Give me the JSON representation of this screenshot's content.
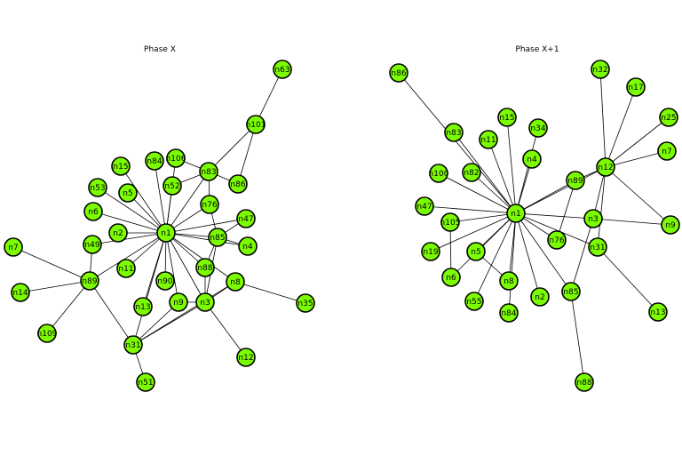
{
  "colors": {
    "node_fill": "#7CFC00",
    "node_stroke": "#000000",
    "edge": "#000000"
  },
  "panels": [
    {
      "title": "Phase X",
      "nodes": [
        "n63",
        "n101",
        "n15",
        "n84",
        "n106",
        "n83",
        "n86",
        "n53",
        "n5",
        "n52",
        "n76",
        "n6",
        "n47",
        "n49",
        "n2",
        "n1",
        "n85",
        "n4",
        "n7",
        "n11",
        "n88",
        "n89",
        "n90",
        "n8",
        "n14",
        "n13",
        "n9",
        "n3",
        "n35",
        "n109",
        "n31",
        "n12",
        "n51"
      ],
      "edges": [
        [
          "n1",
          "n15"
        ],
        [
          "n1",
          "n84"
        ],
        [
          "n1",
          "n106"
        ],
        [
          "n1",
          "n83"
        ],
        [
          "n1",
          "n53"
        ],
        [
          "n1",
          "n5"
        ],
        [
          "n1",
          "n52"
        ],
        [
          "n1",
          "n76"
        ],
        [
          "n1",
          "n6"
        ],
        [
          "n1",
          "n47"
        ],
        [
          "n1",
          "n49"
        ],
        [
          "n1",
          "n2"
        ],
        [
          "n1",
          "n85"
        ],
        [
          "n1",
          "n11"
        ],
        [
          "n1",
          "n88"
        ],
        [
          "n1",
          "n89"
        ],
        [
          "n1",
          "n90"
        ],
        [
          "n1",
          "n13"
        ],
        [
          "n1",
          "n9"
        ],
        [
          "n1",
          "n3"
        ],
        [
          "n1",
          "n31"
        ],
        [
          "n1",
          "n8"
        ],
        [
          "n1",
          "n4"
        ],
        [
          "n63",
          "n101"
        ],
        [
          "n101",
          "n83"
        ],
        [
          "n101",
          "n86"
        ],
        [
          "n83",
          "n86"
        ],
        [
          "n106",
          "n83"
        ],
        [
          "n52",
          "n83"
        ],
        [
          "n83",
          "n76"
        ],
        [
          "n76",
          "n85"
        ],
        [
          "n85",
          "n4"
        ],
        [
          "n85",
          "n47"
        ],
        [
          "n85",
          "n88"
        ],
        [
          "n85",
          "n3"
        ],
        [
          "n88",
          "n3"
        ],
        [
          "n3",
          "n8"
        ],
        [
          "n8",
          "n35"
        ],
        [
          "n8",
          "n31"
        ],
        [
          "n3",
          "n9"
        ],
        [
          "n3",
          "n12"
        ],
        [
          "n3",
          "n31"
        ],
        [
          "n9",
          "n31"
        ],
        [
          "n89",
          "n7"
        ],
        [
          "n89",
          "n14"
        ],
        [
          "n89",
          "n109"
        ],
        [
          "n89",
          "n31"
        ],
        [
          "n89",
          "n49"
        ],
        [
          "n31",
          "n51"
        ]
      ]
    },
    {
      "title": "Phase X+1",
      "nodes": [
        "n86",
        "n32",
        "n17",
        "n15",
        "n25",
        "n83",
        "n34",
        "n11",
        "n7",
        "n4",
        "n12",
        "n100",
        "n82",
        "n89",
        "n47",
        "n1",
        "n3",
        "n105",
        "n9",
        "n76",
        "n19",
        "n5",
        "n31",
        "n6",
        "n8",
        "n2",
        "n85",
        "n55",
        "n84",
        "n13",
        "n88"
      ],
      "edges": [
        [
          "n1",
          "n86"
        ],
        [
          "n1",
          "n83"
        ],
        [
          "n1",
          "n15"
        ],
        [
          "n1",
          "n11"
        ],
        [
          "n1",
          "n34"
        ],
        [
          "n1",
          "n4"
        ],
        [
          "n1",
          "n82"
        ],
        [
          "n1",
          "n100"
        ],
        [
          "n1",
          "n47"
        ],
        [
          "n1",
          "n105"
        ],
        [
          "n1",
          "n89"
        ],
        [
          "n1",
          "n12"
        ],
        [
          "n1",
          "n3"
        ],
        [
          "n1",
          "n76"
        ],
        [
          "n1",
          "n19"
        ],
        [
          "n1",
          "n5"
        ],
        [
          "n1",
          "n6"
        ],
        [
          "n1",
          "n8"
        ],
        [
          "n1",
          "n55"
        ],
        [
          "n1",
          "n84"
        ],
        [
          "n1",
          "n2"
        ],
        [
          "n1",
          "n85"
        ],
        [
          "n1",
          "n31"
        ],
        [
          "n12",
          "n32"
        ],
        [
          "n12",
          "n17"
        ],
        [
          "n12",
          "n25"
        ],
        [
          "n12",
          "n7"
        ],
        [
          "n12",
          "n9"
        ],
        [
          "n12",
          "n89"
        ],
        [
          "n12",
          "n3"
        ],
        [
          "n12",
          "n31"
        ],
        [
          "n3",
          "n9"
        ],
        [
          "n3",
          "n85"
        ],
        [
          "n31",
          "n13"
        ],
        [
          "n85",
          "n88"
        ],
        [
          "n89",
          "n76"
        ],
        [
          "n5",
          "n8"
        ],
        [
          "n105",
          "n6"
        ]
      ]
    }
  ]
}
